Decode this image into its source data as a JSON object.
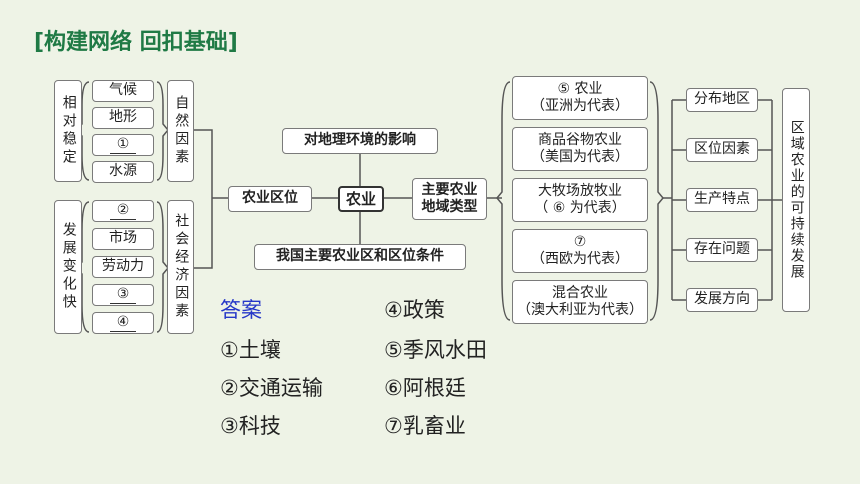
{
  "title": "[构建网络 回扣基础]",
  "center": "农业",
  "top_topic": "对地理环境的影响",
  "bottom_topic": "我国主要农业区和区位条件",
  "location_node": "农业区位",
  "types_node": "主要农业地域类型",
  "stable": {
    "label": "相对稳定",
    "category": "自然因素",
    "items": [
      "气候",
      "地形",
      "①",
      "水源"
    ]
  },
  "changing": {
    "label": "发展变化快",
    "category": "社会经济因素",
    "items": [
      "②",
      "市场",
      "劳动力",
      "③",
      "④"
    ]
  },
  "agri_types": [
    {
      "line1": "⑤ 农业",
      "line2": "（亚洲为代表）"
    },
    {
      "line1": "商品谷物农业",
      "line2": "（美国为代表）"
    },
    {
      "line1": "大牧场放牧业",
      "line2": "（ ⑥ 为代表）"
    },
    {
      "line1": "⑦",
      "line2": "（西欧为代表）"
    },
    {
      "line1": "混合农业",
      "line2": "（澳大利亚为代表）"
    }
  ],
  "aspects": [
    "分布地区",
    "区位因素",
    "生产特点",
    "存在问题",
    "发展方向"
  ],
  "region_label": "区域农业的可持续发展",
  "answers": {
    "heading": "答案",
    "items": [
      "①土壤",
      "②交通运输",
      "③科技",
      "④政策",
      "⑤季风水田",
      "⑥阿根廷",
      "⑦乳畜业"
    ]
  }
}
